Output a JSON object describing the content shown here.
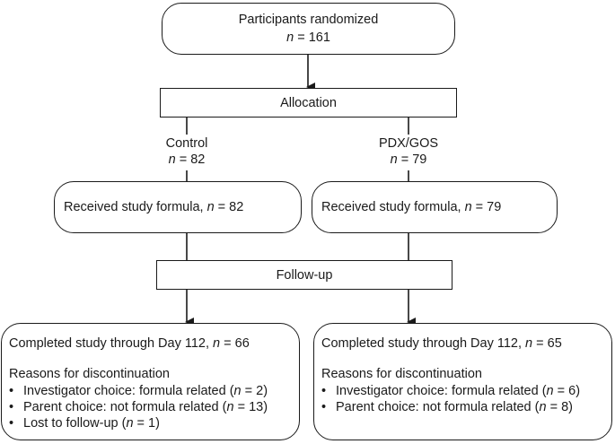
{
  "randomized": {
    "title": "Participants randomized",
    "n_label": "n",
    "n_text": " = 161"
  },
  "allocation": {
    "label": "Allocation"
  },
  "arms": {
    "control": {
      "name": "Control",
      "n_label": "n",
      "n_text": " = 82"
    },
    "pdx": {
      "name": "PDX/GOS",
      "n_label": "n",
      "n_text": " = 79"
    }
  },
  "received": {
    "control": {
      "text": "Received study formula, ",
      "n_label": "n",
      "n_text": " = 82"
    },
    "pdx": {
      "text": "Received study formula, ",
      "n_label": "n",
      "n_text": " = 79"
    }
  },
  "followup": {
    "label": "Follow-up"
  },
  "completed": {
    "control": {
      "text": "Completed study through Day 112, ",
      "n_label": "n",
      "n_text": " = 66",
      "reasons_title": "Reasons for discontinuation",
      "reasons": [
        {
          "pre": "Investigator choice: formula related (",
          "n_label": "n",
          "post": " = 2)"
        },
        {
          "pre": "Parent choice: not formula related (",
          "n_label": "n",
          "post": " = 13)"
        },
        {
          "pre": "Lost to follow-up (",
          "n_label": "n",
          "post": " = 1)"
        }
      ]
    },
    "pdx": {
      "text": "Completed study through Day 112, ",
      "n_label": "n",
      "n_text": " = 65",
      "reasons_title": "Reasons for discontinuation",
      "reasons": [
        {
          "pre": "Investigator choice: formula related (",
          "n_label": "n",
          "post": " = 6)"
        },
        {
          "pre": "Parent choice: not formula related (",
          "n_label": "n",
          "post": " = 8)"
        }
      ]
    }
  }
}
